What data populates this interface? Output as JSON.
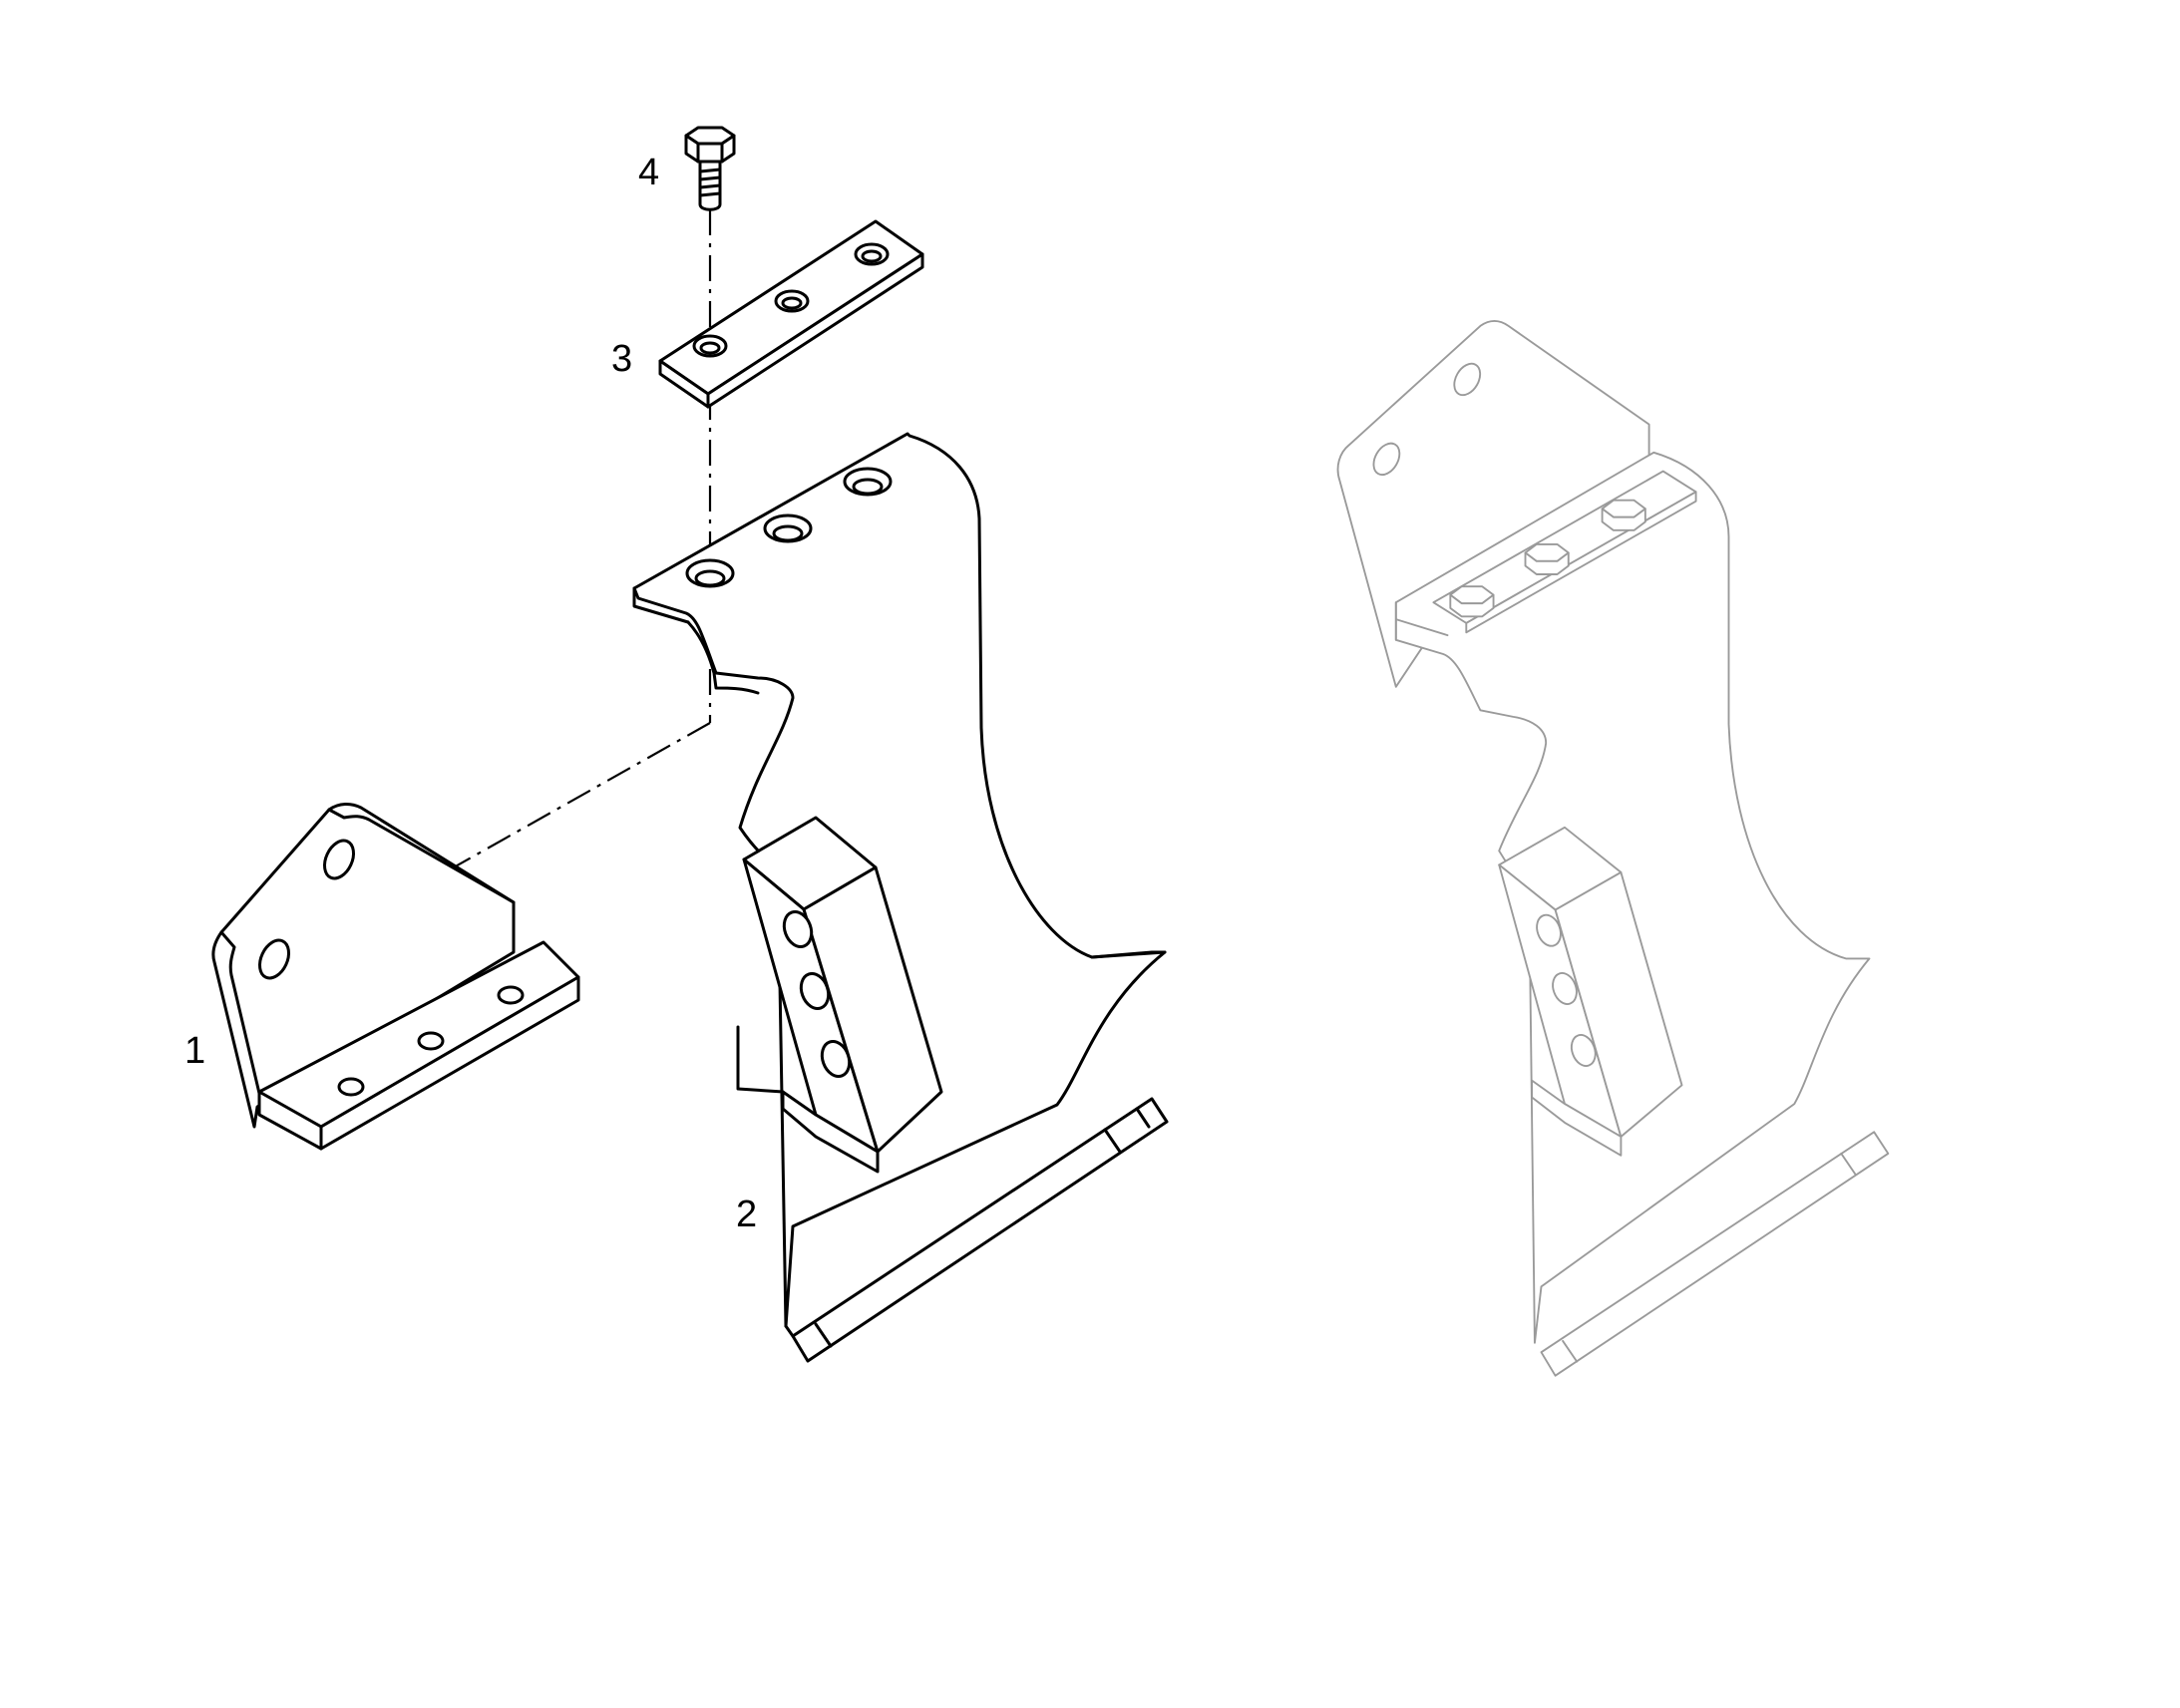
{
  "callouts": [
    {
      "id": "1",
      "label": "1"
    },
    {
      "id": "2",
      "label": "2"
    },
    {
      "id": "3",
      "label": "3"
    },
    {
      "id": "4",
      "label": "4"
    }
  ],
  "colors": {
    "line": "#000000",
    "ghost_line": "#9a9a9a",
    "background": "#ffffff"
  }
}
